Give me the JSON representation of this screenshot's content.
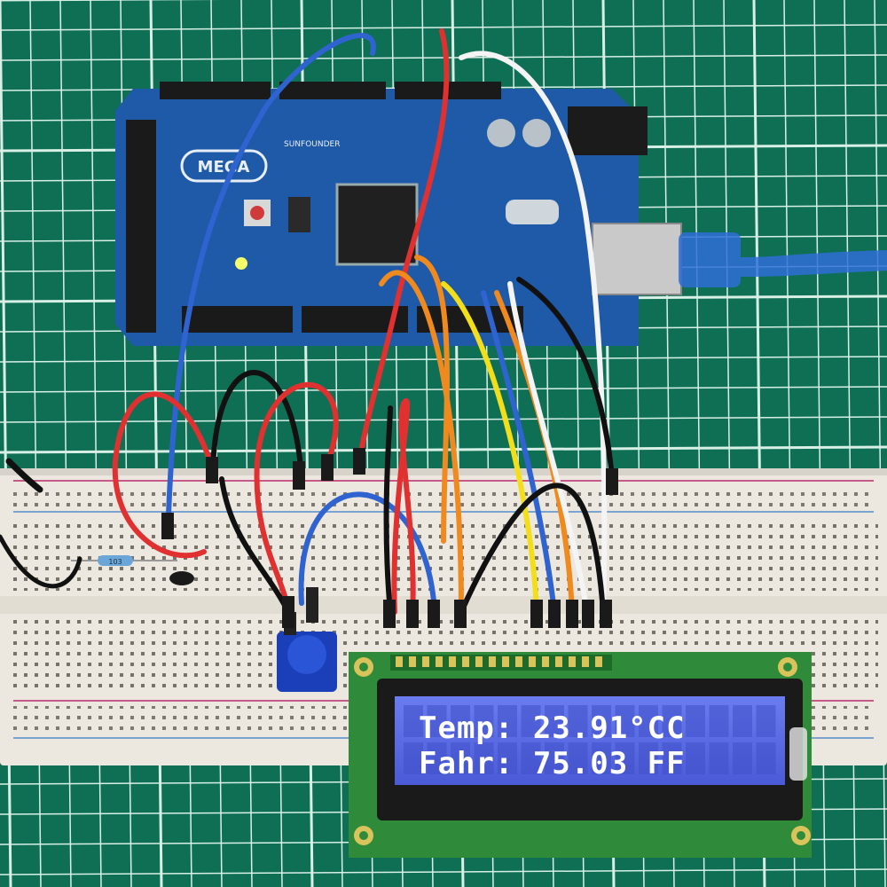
{
  "scene": {
    "description_free": true,
    "colors": {
      "cutting_mat": "#0f6f55",
      "mat_grid": "#d8efe6",
      "board_blue": "#1f5aa8",
      "breadboard": "#ece8e0",
      "lcd_pcb": "#2f8a3a",
      "lcd_screen": "#5a6be0",
      "lcd_text": "#ffffff"
    }
  },
  "board": {
    "logo_text": "MEGA",
    "brand_text": "SUNFOUNDER"
  },
  "lcd": {
    "line1": "Temp: 23.91°CC",
    "line2": "Fahr: 75.03 FF"
  },
  "resistor": {
    "label": "103"
  }
}
